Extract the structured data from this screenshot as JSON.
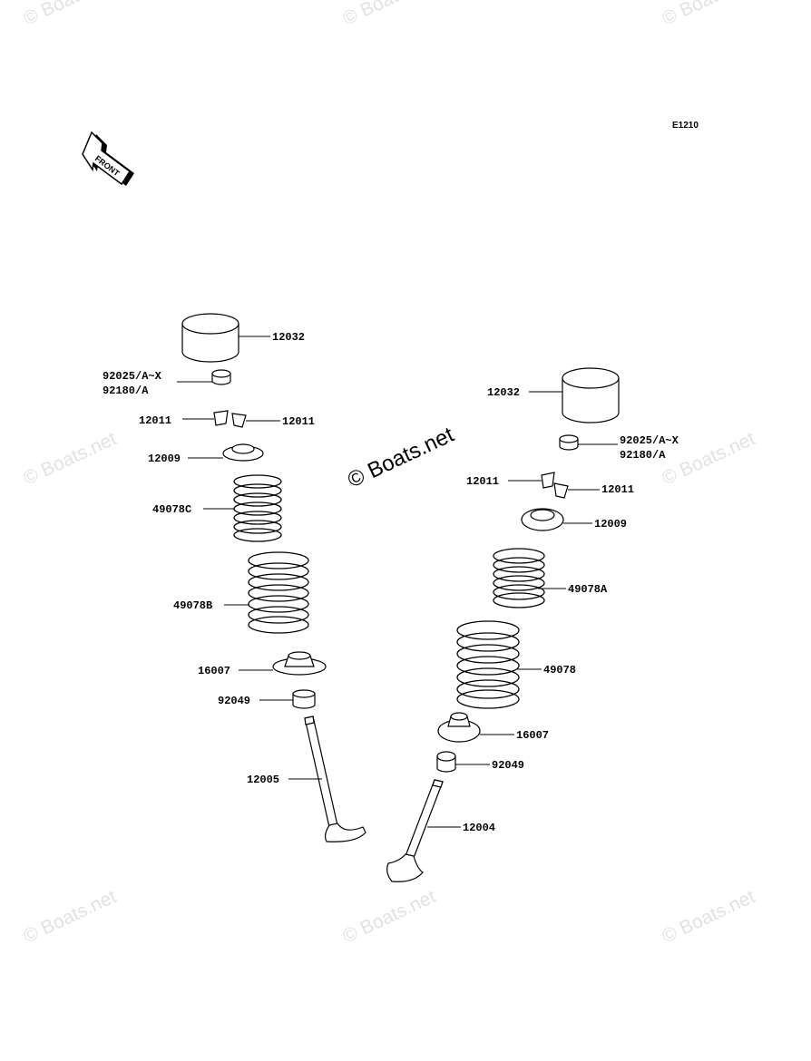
{
  "diagram_code": "E1210",
  "front_label": "FRONT",
  "watermark": "© Boats.net",
  "left_valve": {
    "tappet": "12032",
    "shim_1": "92025/A~X",
    "shim_2": "92180/A",
    "keeper_left": "12011",
    "keeper_right": "12011",
    "retainer": "12009",
    "inner_spring": "49078C",
    "outer_spring": "49078B",
    "spring_seat": "16007",
    "seal": "92049",
    "valve": "12005"
  },
  "right_valve": {
    "tappet": "12032",
    "shim_1": "92025/A~X",
    "shim_2": "92180/A",
    "keeper_left": "12011",
    "keeper_right": "12011",
    "retainer": "12009",
    "inner_spring": "49078A",
    "outer_spring": "49078",
    "spring_seat": "16007",
    "seal": "92049",
    "valve": "12004"
  }
}
